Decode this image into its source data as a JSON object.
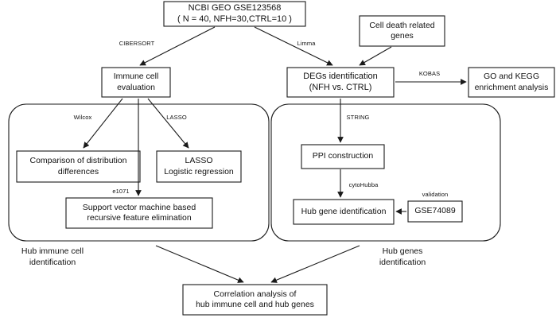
{
  "diagram": {
    "title": "Study workflow flowchart",
    "stroke_color": "#1a1a1a",
    "text_color": "#111111",
    "background_color": "#ffffff"
  },
  "nodes": {
    "dataset": {
      "line1": "NCBI GEO GSE123568",
      "line2": "( N = 40, NFH=30,CTRL=10 )"
    },
    "cell_death_genes": {
      "line1": "Cell death related",
      "line2": "genes"
    },
    "immune_cell_evaluation": {
      "line1": "Immune cell",
      "line2": "evaluation"
    },
    "degs_identification": {
      "line1": "DEGs identification",
      "line2": "(NFH vs. CTRL)"
    },
    "go_kegg": {
      "line1": "GO and KEGG",
      "line2": "enrichment analysis"
    },
    "distribution_comparison": {
      "line1": "Comparison of distribution",
      "line2": "differences"
    },
    "lasso_regression": {
      "line1": "LASSO",
      "line2": "Logistic regression"
    },
    "svm_rfe": {
      "line1": "Support vector machine based",
      "line2": "recursive feature elimination"
    },
    "ppi_construction": {
      "line1": "PPI construction",
      "line2": ""
    },
    "hub_gene_identification": {
      "line1": "Hub gene identification",
      "line2": ""
    },
    "validation_dataset": {
      "line1": "GSE74089",
      "line2": ""
    },
    "correlation_analysis": {
      "line1": "Correlation analysis of",
      "line2": "hub immune cell and hub genes"
    }
  },
  "edge_labels": {
    "cibersort": "CIBERSORT",
    "limma": "Limma",
    "kobas": "KOBAS",
    "wilcox": "Wilcox",
    "lasso": "LASSO",
    "e1071": "e1071",
    "string": "STRING",
    "cytohubba": "cytoHubba",
    "validation": "validation"
  },
  "captions": {
    "hub_immune_cell": "Hub immune cell\nidentification",
    "hub_genes": "Hub genes\nidentification"
  }
}
